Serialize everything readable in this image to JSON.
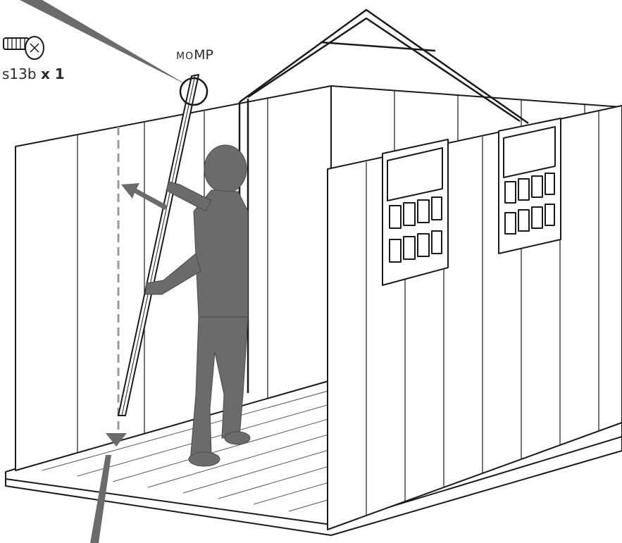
{
  "labels": {
    "part_prefix": "MO",
    "part_suffix": "MP",
    "screw_code": "s13b",
    "screw_qty": "x 1"
  },
  "icons": [
    "screw-icon",
    "magnifier-circle-icon",
    "push-arrow-icon",
    "down-arrow-icon"
  ],
  "colors": {
    "line": "#1a1a1a",
    "figure": "#6b6b6b",
    "guide": "#9a9a9a",
    "fill": "#ffffff"
  }
}
